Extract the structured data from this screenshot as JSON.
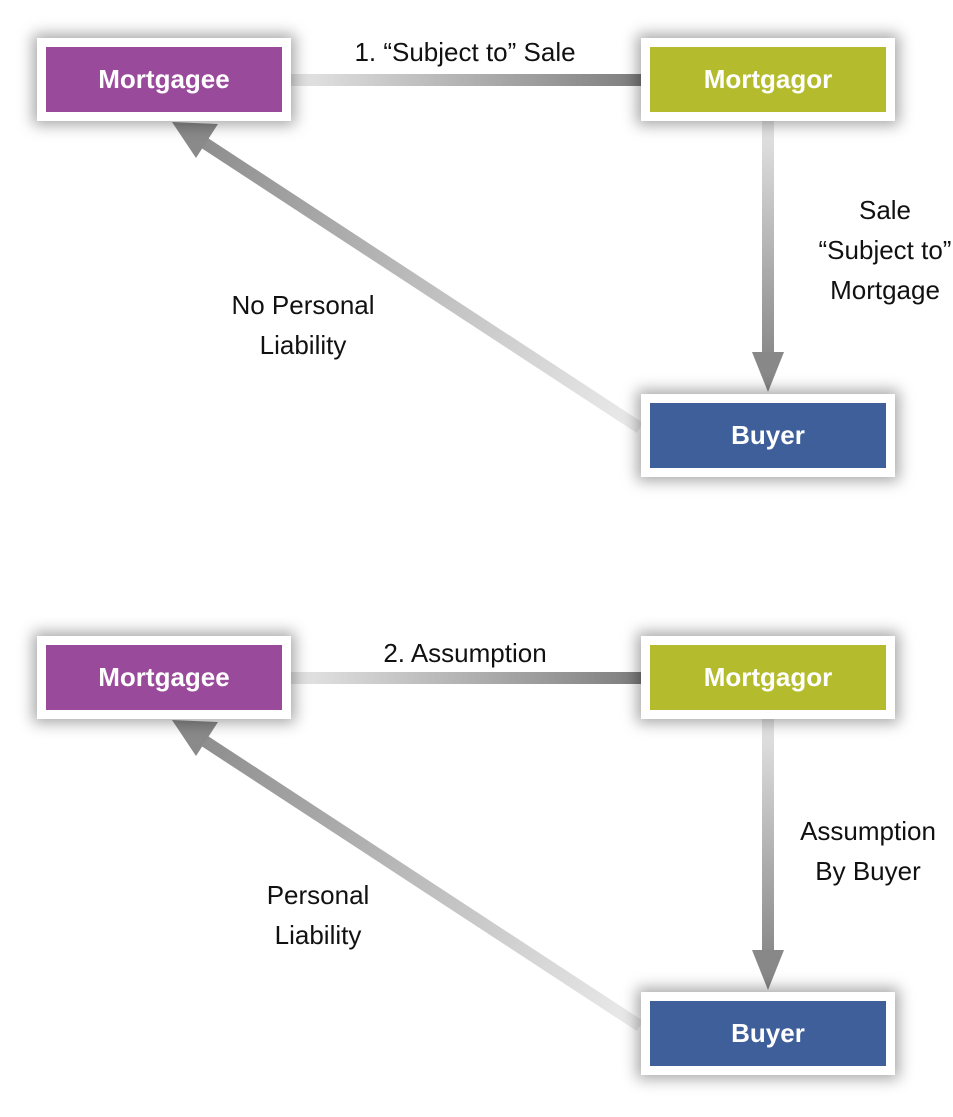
{
  "colors": {
    "mortgagee": "#9a4a9b",
    "mortgagor": "#b4bc2e",
    "buyer": "#3e5f99",
    "arrow": "#8e8e8e"
  },
  "diagrams": [
    {
      "mortgagee": "Mortgagee",
      "mortgagor": "Mortgagor",
      "buyer": "Buyer",
      "top_label": "1. “Subject to” Sale",
      "right_label": [
        "Sale",
        "“Subject to”",
        "Mortgage"
      ],
      "left_label": [
        "No Personal",
        "Liability"
      ]
    },
    {
      "mortgagee": "Mortgagee",
      "mortgagor": "Mortgagor",
      "buyer": "Buyer",
      "top_label": "2. Assumption",
      "right_label": [
        "Assumption",
        "By Buyer"
      ],
      "left_label": [
        "Personal",
        "Liability"
      ]
    }
  ]
}
